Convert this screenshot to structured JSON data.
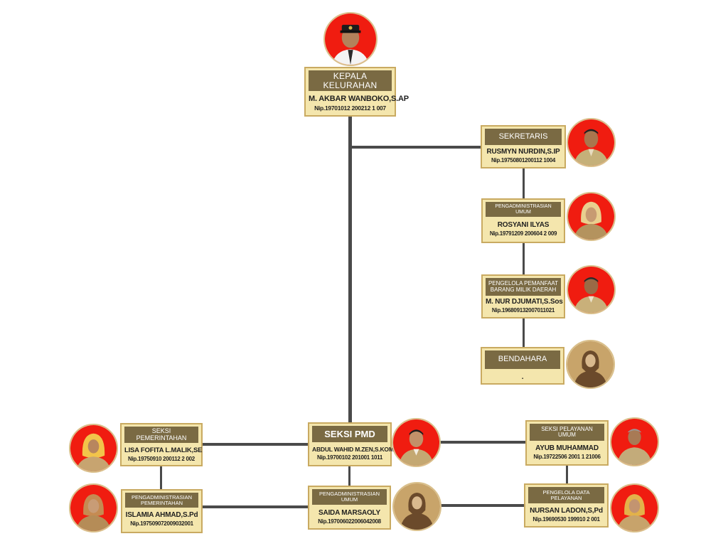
{
  "colors": {
    "card_bg": "#f4e6ad",
    "card_border": "#c9aa61",
    "title_bg": "#7a6a43",
    "title_text": "#ffffff",
    "connector": "#4a4a4a",
    "photo_red_bg": "#f01c10",
    "photo_tan_bg": "#c8a46a"
  },
  "nodes": {
    "kepala": {
      "title": "KEPALA KELURAHAN",
      "name": "M. AKBAR WANBOKO,S.AP",
      "nip": "Nip.19701012 200212 1 007",
      "photo": "official-portrait-red"
    },
    "sekretaris": {
      "title": "SEKRETARIS",
      "name": "RUSMYN NURDIN,S.IP",
      "nip": "Nip.19750801200112 1004",
      "photo": "man-portrait-red"
    },
    "pengadm_umum_1": {
      "title": "PENGADMINISTRASIAN UMUM",
      "name": "ROSYANI ILYAS",
      "nip": "Nip.19791209 200604 2 009",
      "photo": "woman-hijab-portrait-red"
    },
    "pengelola_bmd": {
      "title": "PENGELOLA PEMANFAAT BARANG MILIK DAERAH",
      "name": "M. NUR DJUMATI,S.Sos",
      "nip": "Nip.196809132007011021",
      "photo": "man-portrait-red"
    },
    "bendahara": {
      "title": "BENDAHARA",
      "name": ".",
      "nip": "",
      "photo": "hijab-placeholder-silhouette"
    },
    "seksi_pmd": {
      "title": "SEKSI PMD",
      "name": "ABDUL WAHID M.ZEN,S.KOM",
      "nip": "Nip.19700102 201001 1011",
      "photo": "man-portrait-red"
    },
    "seksi_pemerintahan": {
      "title": "SEKSI PEMERINTAHAN",
      "name": "LISA FOFITA L.MALIK,SE",
      "nip": "Nip.19750910 200112 2 002",
      "photo": "woman-hijab-portrait-red"
    },
    "seksi_pelayanan_umum": {
      "title": "SEKSI PELAYANAN UMUM",
      "name": "AYUB MUHAMMAD",
      "nip": "Nip.19722506 2001 1 21006",
      "photo": "man-portrait-red"
    },
    "pengadm_pemerintahan": {
      "title": "PENGADMINISTRASIAN PEMERINTAHAN",
      "name": "ISLAMIA AHMAD,S.Pd",
      "nip": "Nip.197509072009032001",
      "photo": "woman-hijab-portrait-red"
    },
    "pengadm_umum_2": {
      "title": "PENGADMINISTRASIAN UMUM",
      "name": "SAIDA MARSAOLY",
      "nip": "Nip.197006022006042008",
      "photo": "hijab-placeholder-silhouette"
    },
    "pengelola_data": {
      "title": "PENGELOLA DATA PELAYANAN",
      "name": "NURSAN LADON,S,Pd",
      "nip": "Nip.19690530 199910 2 001",
      "photo": "woman-hijab-portrait-red"
    }
  }
}
